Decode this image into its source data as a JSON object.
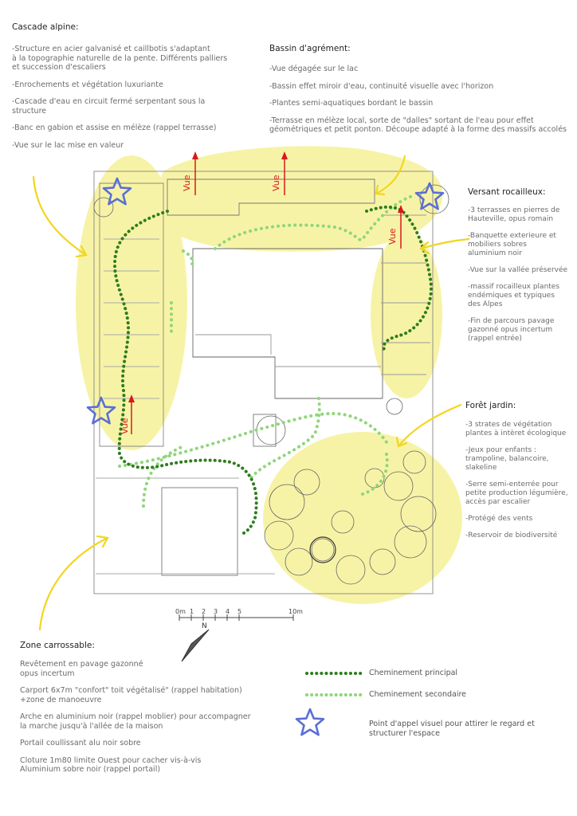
{
  "cascade": {
    "title": "Cascade alpine:",
    "items": [
      "-Structure en acier galvanisé et caillbotis s'adaptant\nà la topographie naturelle de la pente. Différents palliers\net succession d'escaliers",
      "-Enrochements et végétation luxuriante",
      "-Cascade d'eau en circuit fermé serpentant sous la\nstructure",
      "-Banc en gabion et assise en mélèze (rappel terrasse)",
      "-Vue sur le lac mise en valeur"
    ]
  },
  "bassin": {
    "title": "Bassin d'agrément:",
    "items": [
      "-Vue dégagée sur le lac",
      "-Bassin effet miroir d'eau, continuité visuelle avec l'horizon",
      "-Plantes semi-aquatiques bordant le bassin",
      "-Terrasse en mélèze local, sorte de \"dalles\" sortant de l'eau pour effet\ngéométriques et petit ponton. Découpe adapté à la forme des massifs accolés"
    ]
  },
  "versant": {
    "title": "Versant rocailleux:",
    "items": [
      "-3 terrasses en pierres de\nHauteville, opus romain",
      "-Banquette exterieure et\nmobiliers sobres\n aluminium noir",
      "-Vue sur la vallée préservée",
      "-massif rocailleux plantes\nendémiques et typiques\ndes Alpes",
      " -Fin de parcours pavage\ngazonné opus incertum\n(rappel entrée)"
    ]
  },
  "foret": {
    "title": "Forêt jardin:",
    "items": [
      "-3 strates de végétation\nplantes à intèret écologique",
      "-Jeux pour enfants :\ntrampoline, balancoire,\nslakeline",
      "-Serre semi-enterrée pour\npetite production légumière,\naccès par escalier",
      "-Protégé des vents",
      "-Reservoir de biodiversité"
    ]
  },
  "zone": {
    "title": "Zone carrossable:",
    "items": [
      "Revêtement en pavage gazonné\nopus incertum",
      "Carport 6x7m \"confort\" toit végétalisé\" (rappel habitation)\n+zone de manoeuvre",
      "Arche en aluminium noir (rappel moblier) pour accompagner\nla marche jusqu'à l'allée de la maison",
      "Portail coullissant alu noir sobre",
      "Cloture 1m80 limite Ouest pour cacher vis-à-vis\nAluminium sobre noir (rappel portail)"
    ]
  },
  "legend": {
    "principal": "Cheminement principal",
    "secondaire": "Cheminement secondaire",
    "star": "Point d'appel visuel pour attirer le regard et\nstructurer l'espace"
  },
  "plan": {
    "vue_label": "Vue",
    "scale_labels": [
      "0m",
      "1",
      "2",
      "3",
      "4",
      "5",
      "10m"
    ],
    "colors": {
      "zone_highlight": "#f7f3a6",
      "principal_path": "#2e7d1f",
      "secondary_path": "#8fd67a",
      "arrow": "#f2d51f",
      "view_arrow": "#d7191c",
      "star": "#5b6fd6"
    }
  }
}
